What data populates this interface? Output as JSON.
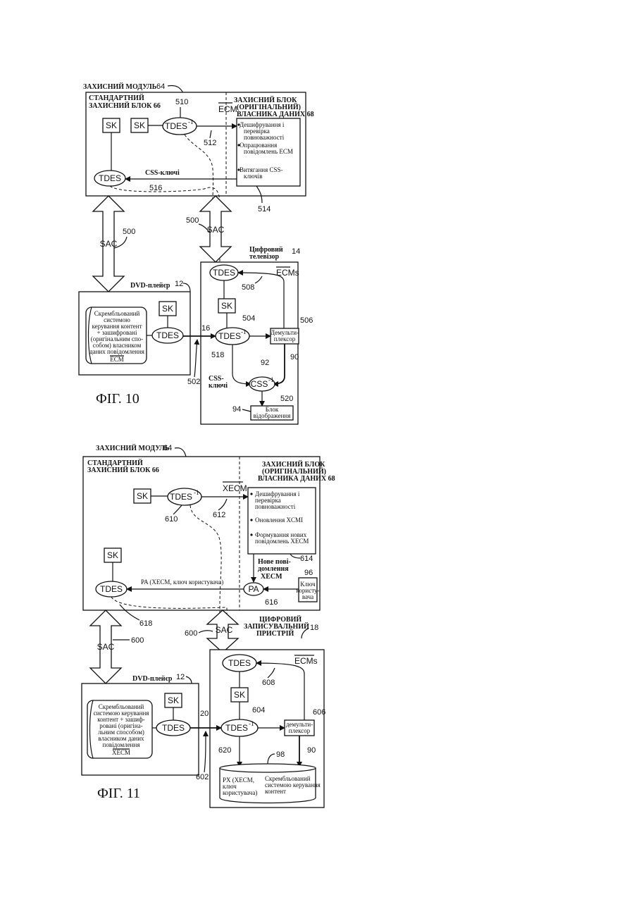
{
  "fig10": {
    "module_title": "ЗАХИСНИЙ МОДУЛЬ",
    "module_num": "64",
    "std_block_l1": "СТАНДАРТНИЙ",
    "std_block_l2": "ЗАХИСНИЙ БЛОК 66",
    "owner_block_l1": "ЗАХИСНИЙ БЛОК",
    "owner_block_l2": "(ОРИГІНАЛЬНИЙ)",
    "owner_block_l3": "ВЛАСНИКА ДАНИХ 68",
    "ecm_top": "ECM",
    "sk1": "SK",
    "sk2": "SK",
    "tdes_inv": "TDES",
    "tdes_inv_sup": "-1",
    "tdes": "TDES",
    "n510": "510",
    "n512": "512",
    "n514": "514",
    "n516": "516",
    "css_keys": "CSS-ключі",
    "bullet1_l1": "Дешифрування і",
    "bullet1_l2": "перевірка",
    "bullet1_l3": "повноважності",
    "bullet2_l1": "Опрацювання",
    "bullet2_l2": "повідомлень ECM",
    "bullet3_l1": "Витягання CSS-",
    "bullet3_l2": "ключів",
    "sac_left": "SAC",
    "sac_right": "SAC",
    "n500a": "500",
    "n500b": "500",
    "tv_l1": "Цифровий",
    "tv_l2": "телевізор",
    "n14": "14",
    "ecms": "ECMs",
    "tv_tdes": "TDES",
    "n508": "508",
    "tv_sk": "SK",
    "n504": "504",
    "n506": "506",
    "tv_tdes_inv": "TDES",
    "tv_tdes_inv_sup": "-1",
    "demux_l1": "Демульти-",
    "demux_l2": "плексор",
    "n90": "90",
    "n518": "518",
    "n92": "92",
    "css_inv": "CSS",
    "css_inv_sup": "-1",
    "css_keys2_l1": "CSS-",
    "css_keys2_l2": "ключі",
    "n520": "520",
    "n94": "94",
    "display_l1": "Блок",
    "display_l2": "відображення",
    "dvd": "DVD-плейєр",
    "n12": "12",
    "disk_l1": "Скрембльований",
    "disk_l2": "системою",
    "disk_l3": "керування контент",
    "disk_l4": "+ зашифровані",
    "disk_l5": "(оригінальним спо-",
    "disk_l6": "собом) власником",
    "disk_l7": "даних повідомлення",
    "disk_l8": "ECM",
    "dvd_sk": "SK",
    "dvd_tdes": "TDES",
    "n16": "16",
    "n502": "502",
    "caption": "ФІГ. 10"
  },
  "fig11": {
    "module_title": "ЗАХИСНИЙ МОДУЛЬ",
    "module_num": "64",
    "std_block_l1": "СТАНДАРТНИЙ",
    "std_block_l2": "ЗАХИСНИЙ БЛОК 66",
    "owner_block_l1": "ЗАХИСНИЙ БЛОК",
    "owner_block_l2": "(ОРИГІНАЛЬНИЙ)",
    "owner_block_l3": "ВЛАСНИКА ДАНИХ 68",
    "xecm_top": "XECM",
    "sk1": "SK",
    "tdes_inv": "TDES",
    "tdes_inv_sup": "-1",
    "n610": "610",
    "n612": "612",
    "bullet1_l1": "Дешифрування і",
    "bullet1_l2": "перевірка",
    "bullet1_l3": "повноважності",
    "bullet2": "Оновлення XCMI",
    "bullet3_l1": "Формування нових",
    "bullet3_l2": "повідомлень XECM",
    "n614": "614",
    "new_msg_l1": "Нове пові-",
    "new_msg_l2": "домлення",
    "new_msg_l3": "XECM",
    "sk2": "SK",
    "n96": "96",
    "tdes": "TDES",
    "pa_text": "PA (XECM, ключ користувача)",
    "pa": "PA",
    "userkey_l1": "Ключ",
    "userkey_l2": "користу-",
    "userkey_l3": "вача",
    "n616": "616",
    "n618": "618",
    "sac_left": "SAC",
    "sac_right": "SAC",
    "n600a": "600",
    "n600b": "600",
    "rec_l1": "ЦИФРОВИЙ",
    "rec_l2": "ЗАПИСУВАЛЬНИЙ",
    "rec_l3": "ПРИСТРІЙ",
    "n18": "18",
    "ecms": "ECMs",
    "rec_tdes": "TDES",
    "n608": "608",
    "rec_sk": "SK",
    "n604": "604",
    "n606": "606",
    "rec_tdes_inv": "TDES",
    "rec_tdes_inv_sup": "-1",
    "demux_l1": "демульти-",
    "demux_l2": "плексор",
    "n90": "90",
    "n620": "620",
    "n98": "98",
    "px_l1": "PX (XECM,",
    "px_l2": "ключ",
    "px_l3": "користувача)",
    "scr_l1": "Скрембльований",
    "scr_l2": "системою керування",
    "scr_l3": "контент",
    "dvd": "DVD-плейєр",
    "n12": "12",
    "disk_l1": "Скрембльований",
    "disk_l2": "системою керування",
    "disk_l3": "контент + зашиф-",
    "disk_l4": "ровані (оригіна-",
    "disk_l5": "льним способом)",
    "disk_l6": "власником даних",
    "disk_l7": "повідомлення",
    "disk_l8": "XECM",
    "dvd_sk": "SK",
    "dvd_tdes": "TDES",
    "n20": "20",
    "n602": "602",
    "caption": "ФІГ. 11"
  }
}
